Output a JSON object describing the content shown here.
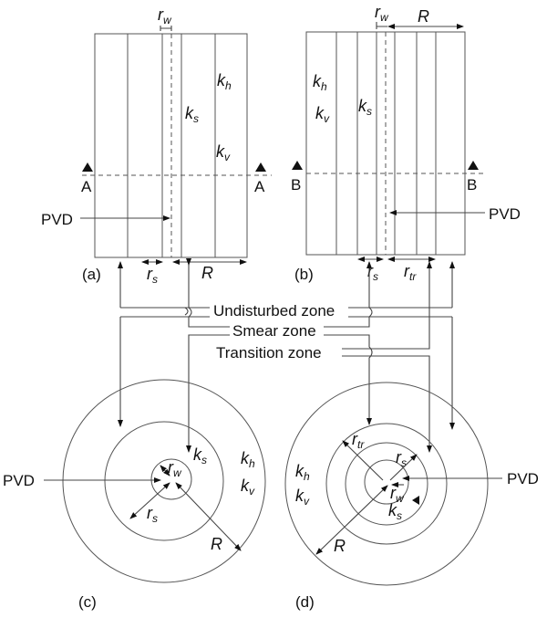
{
  "figure": {
    "panels": {
      "a": {
        "caption": "(a)",
        "section_label": "A"
      },
      "b": {
        "caption": "(b)",
        "section_label": "B"
      },
      "c": {
        "caption": "(c)"
      },
      "d": {
        "caption": "(d)"
      }
    },
    "symbols": {
      "k": "k",
      "r": "r",
      "R": "R",
      "h": "h",
      "v": "v",
      "s": "s",
      "w": "w",
      "tr": "tr"
    },
    "labels": {
      "pvd": "PVD",
      "undisturbed_zone": "Undisturbed zone",
      "smear_zone": "Smear zone",
      "transition_zone": "Transition  zone"
    },
    "colors": {
      "smear_fill": "#c8c8c8",
      "transition_fill": "#e4e4e4",
      "background": "#ffffff",
      "line": "#555555"
    }
  }
}
